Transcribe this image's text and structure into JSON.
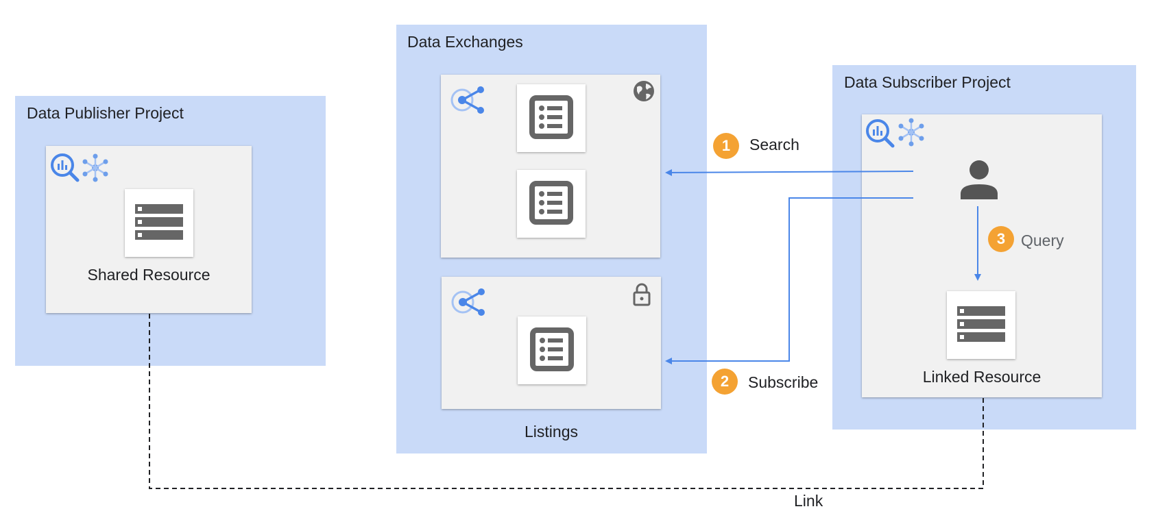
{
  "publisher": {
    "title": "Data Publisher Project",
    "resource_label": "Shared Resource"
  },
  "exchanges": {
    "title": "Data Exchanges",
    "listings_label": "Listings"
  },
  "subscriber": {
    "title": "Data Subscriber Project",
    "resource_label": "Linked Resource"
  },
  "steps": [
    {
      "number": "1",
      "label": "Search"
    },
    {
      "number": "2",
      "label": "Subscribe"
    },
    {
      "number": "3",
      "label": "Query"
    }
  ],
  "link_label": "Link",
  "colors": {
    "region": "#c9daf8",
    "card": "#f1f1f1",
    "arrow": "#4a86e8",
    "badge": "#f4a233",
    "icon_gray": "#5f6368",
    "icon_blue": "#4a86e8"
  }
}
